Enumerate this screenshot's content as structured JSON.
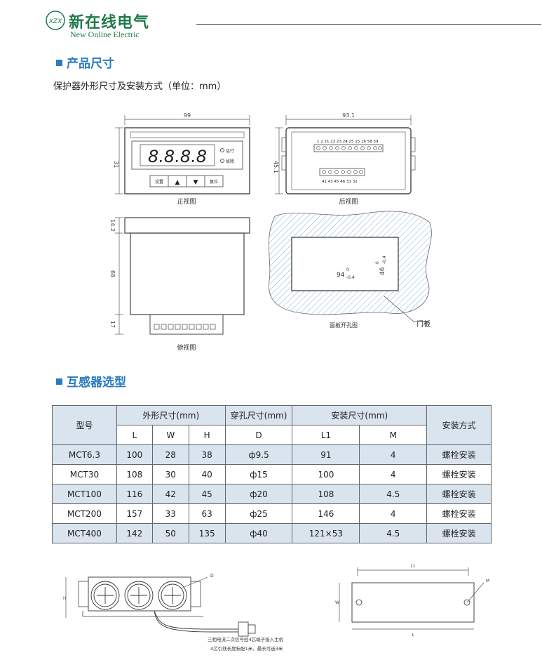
{
  "brand": {
    "cn": "新在线电气",
    "en": "New Online Electric",
    "mark": "XZX"
  },
  "section1": {
    "title": "产品尺寸",
    "desc": "保护器外形尺寸及安装方式（单位：mm）"
  },
  "front_view": {
    "width_label": "99",
    "height_label": "31",
    "caption": "正视图",
    "display": "8.8.8.8",
    "led_run": "运行",
    "led_fault": "故障",
    "btn_set": "设置",
    "btn_up": "▲",
    "btn_down": "▼",
    "btn_reset": "复位"
  },
  "rear_view": {
    "width_label": "93.1",
    "height_label": "45.1",
    "caption": "后视图",
    "top_terminals": "1  2  21 22 23 24 25 15 16 58 59",
    "bottom_terminals": "41 43 45 46    31 32"
  },
  "side_view": {
    "dim1": "14.2",
    "dim2": "68",
    "dim3": "17",
    "caption": "俯视图"
  },
  "panel_cutout": {
    "w_main": "94",
    "w_sup": "0",
    "w_sub": "-0.4",
    "h_main": "46",
    "h_sup": "0",
    "h_sub": "-0.4",
    "caption": "面板开孔图",
    "door_label": "门板"
  },
  "section2": {
    "title": "互感器选型"
  },
  "table": {
    "h_model": "型号",
    "h_outline": "外形尺寸(mm)",
    "h_hole": "穿孔尺寸(mm)",
    "h_install_dim": "安装尺寸(mm)",
    "h_method": "安装方式",
    "sub": [
      "L",
      "W",
      "H",
      "D",
      "L1",
      "M"
    ],
    "rows": [
      [
        "MCT6.3",
        "100",
        "28",
        "38",
        "ф9.5",
        "91",
        "4",
        "螺栓安装"
      ],
      [
        "MCT30",
        "108",
        "30",
        "40",
        "ф15",
        "100",
        "4",
        "螺栓安装"
      ],
      [
        "MCT100",
        "116",
        "42",
        "45",
        "ф20",
        "108",
        "4.5",
        "螺栓安装"
      ],
      [
        "MCT200",
        "157",
        "33",
        "63",
        "ф25",
        "146",
        "4",
        "螺栓安装"
      ],
      [
        "MCT400",
        "142",
        "50",
        "135",
        "ф40",
        "121×53",
        "4.5",
        "螺栓安装"
      ]
    ]
  },
  "ct_drawing": {
    "label_d": "D",
    "label_h": "H",
    "note1": "三相电流二次信号经4芯端子接入主机",
    "note2": "4芯引线长度标配1米，最长可选3米"
  },
  "ct_side": {
    "label_l1": "L1",
    "label_m": "M",
    "label_w": "W",
    "label_l": "L"
  }
}
